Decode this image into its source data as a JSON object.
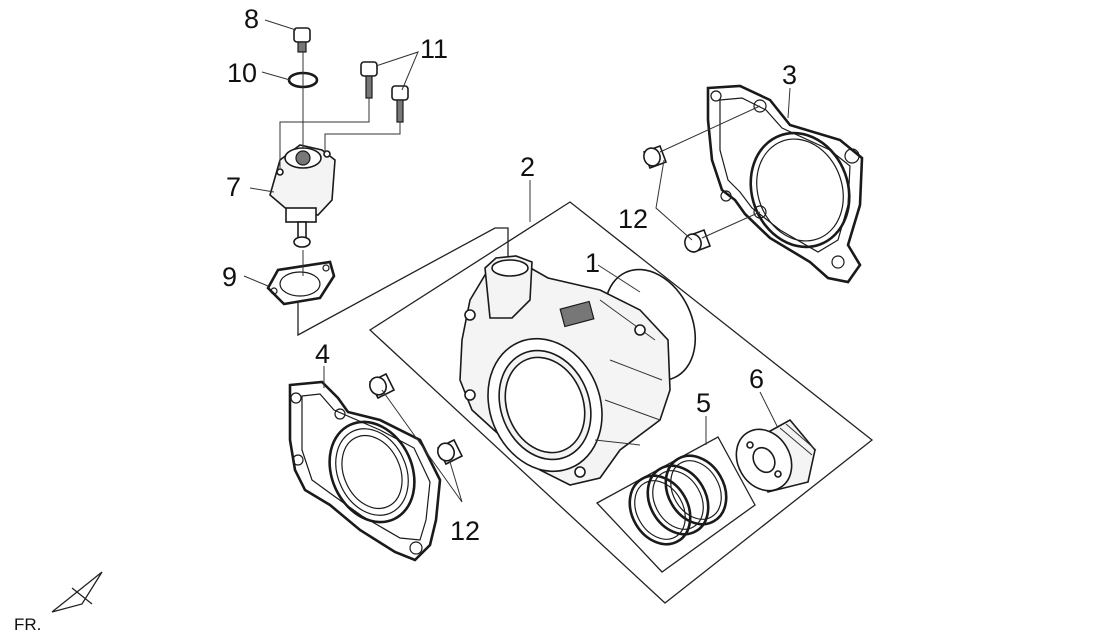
{
  "callouts": [
    {
      "id": "1",
      "text": "1"
    },
    {
      "id": "2",
      "text": "2"
    },
    {
      "id": "3",
      "text": "3"
    },
    {
      "id": "4",
      "text": "4"
    },
    {
      "id": "5",
      "text": "5"
    },
    {
      "id": "6",
      "text": "6"
    },
    {
      "id": "7",
      "text": "7"
    },
    {
      "id": "8",
      "text": "8"
    },
    {
      "id": "9",
      "text": "9"
    },
    {
      "id": "10",
      "text": "10"
    },
    {
      "id": "11",
      "text": "11"
    },
    {
      "id": "12a",
      "text": "12"
    },
    {
      "id": "12b",
      "text": "12"
    }
  ],
  "orientation": {
    "label": "FR."
  }
}
